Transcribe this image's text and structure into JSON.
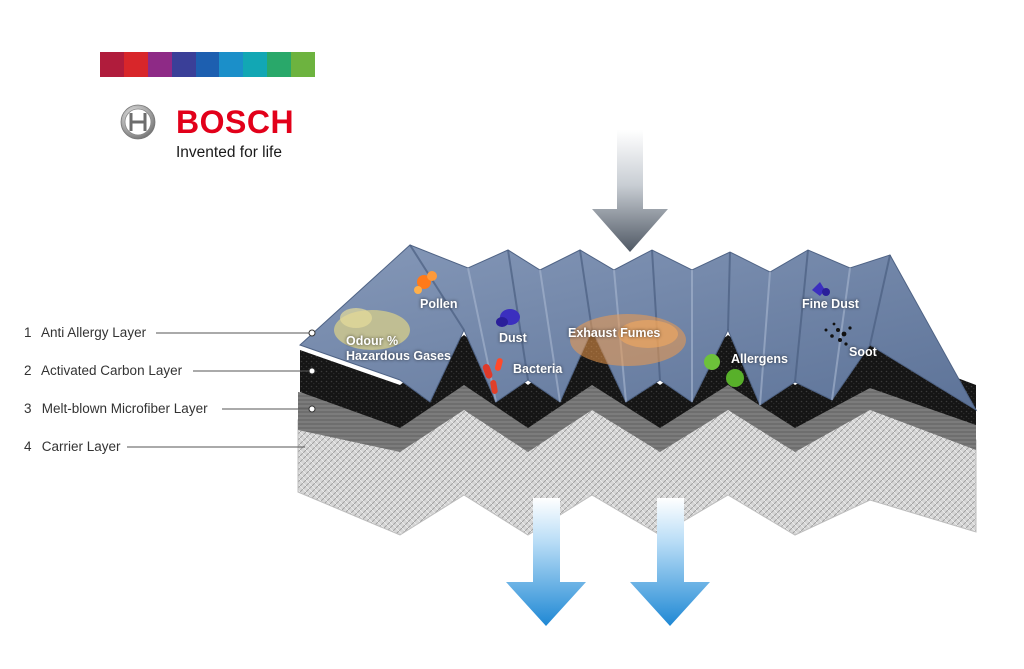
{
  "brand": {
    "name": "BOSCH",
    "tagline": "Invented for life",
    "color": "#e2001a",
    "bar_colors": [
      "#b01c3c",
      "#d8262a",
      "#8e2a86",
      "#3a3f98",
      "#1d5fb0",
      "#1b8fc9",
      "#12a7b4",
      "#29a86a",
      "#6db33f"
    ]
  },
  "layers": [
    {
      "number": "1",
      "name": "Anti Allergy Layer"
    },
    {
      "number": "2",
      "name": "Activated Carbon Layer"
    },
    {
      "number": "3",
      "name": "Melt-blown Microfiber Layer"
    },
    {
      "number": "4",
      "name": "Carrier Layer"
    }
  ],
  "pollutants": {
    "odour_line1": "Odour %",
    "odour_line2": "Hazardous Gases",
    "pollen": "Pollen",
    "dust": "Dust",
    "bacteria": "Bacteria",
    "exhaust": "Exhaust Fumes",
    "allergens": "Allergens",
    "fine_dust": "Fine Dust",
    "soot": "Soot"
  },
  "colors": {
    "inflow_arrow": "#5a6470",
    "outflow_arrow": "#2a8fd6",
    "top_layer": "#6f86a8",
    "carbon_layer": "#161616",
    "microfiber_layer": "#6b6b6b",
    "carrier_layer": "#d9d9d9"
  }
}
